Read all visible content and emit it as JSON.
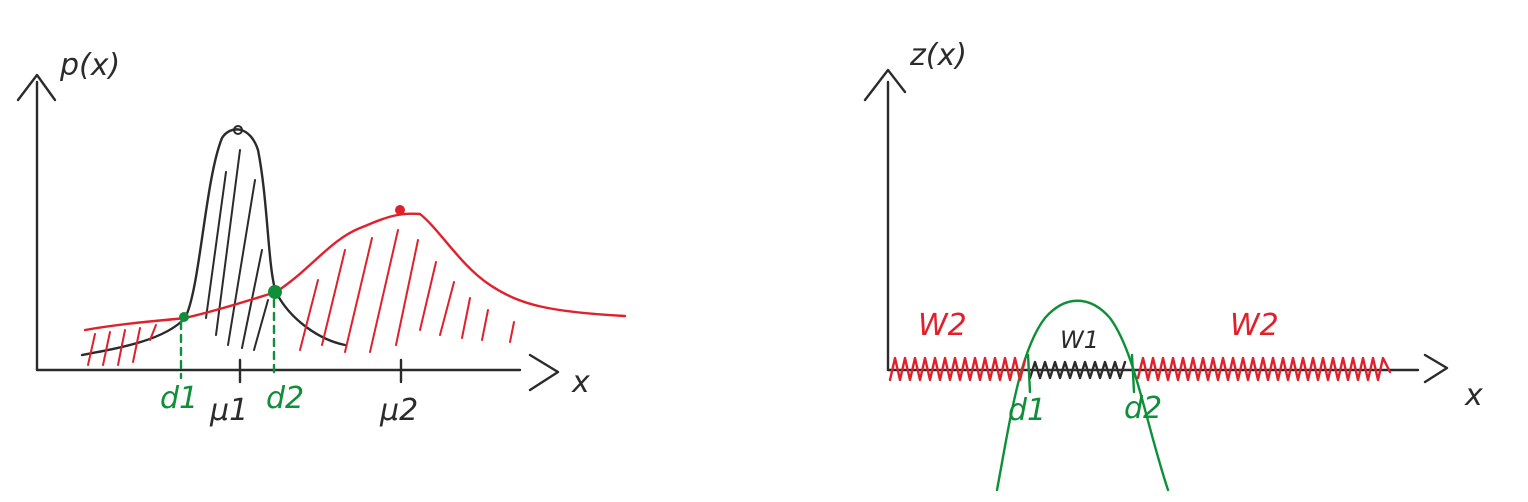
{
  "left_diagram": {
    "y_axis_label": "p(x)",
    "x_axis_label": "x",
    "tick_mu1": "μ1",
    "tick_mu2": "μ2",
    "boundary_left": "d1",
    "boundary_right": "d2"
  },
  "right_diagram": {
    "y_axis_label": "z(x)",
    "x_axis_label": "x",
    "region_left": "W2",
    "region_center": "W1",
    "region_right": "W2",
    "boundary_left": "d1",
    "boundary_right": "d2"
  },
  "colors": {
    "class1_black": "#2b2b2b",
    "class2_red": "#e0202b",
    "boundary_green": "#0f8f3a"
  }
}
